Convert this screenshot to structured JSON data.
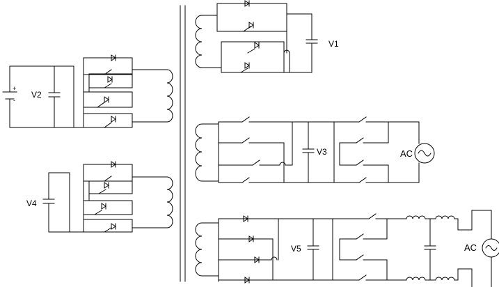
{
  "labels": {
    "v1": "V1",
    "v2": "V2",
    "v3": "V3",
    "v4": "V4",
    "v5": "V5",
    "ac_top": "AC",
    "ac_bottom": "AC"
  },
  "battery_marks": {
    "plus": "+",
    "minus": "-"
  }
}
